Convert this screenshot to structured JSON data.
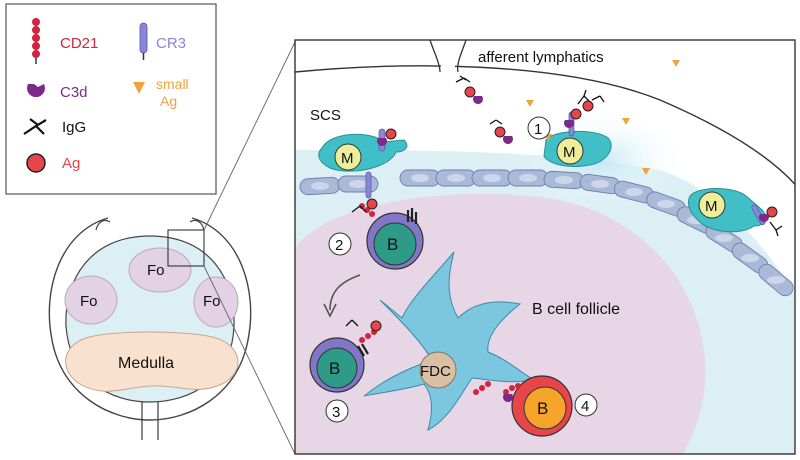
{
  "legend": {
    "cd21": "CD21",
    "cr3": "CR3",
    "c3d": "C3d",
    "small_ag_line1": "small",
    "small_ag_line2": "Ag",
    "igg": "IgG",
    "ag": "Ag"
  },
  "node": {
    "fo_top": "Fo",
    "fo_left": "Fo",
    "fo_right": "Fo",
    "medulla": "Medulla"
  },
  "zoom": {
    "afferent": "afferent lymphatics",
    "scs": "SCS",
    "follicle": "B cell follicle",
    "macrophage": "M",
    "bcell": "B",
    "fdc": "FDC",
    "step1": "1",
    "step2": "2",
    "step3": "3",
    "step4": "4"
  },
  "colors": {
    "cd21": "#d4233f",
    "cr3": "#8a86d8",
    "c3d": "#7b2a8a",
    "small_ag": "#f0a23c",
    "ag": "#e8454a",
    "scs_blue": "#dbeff5",
    "follicle": "#e6d6e6",
    "macrophage": "#41bfc6",
    "bcell_teal": "#2e9a88",
    "fdc": "#7cc7e0",
    "medulla": "#f8e1cf"
  }
}
